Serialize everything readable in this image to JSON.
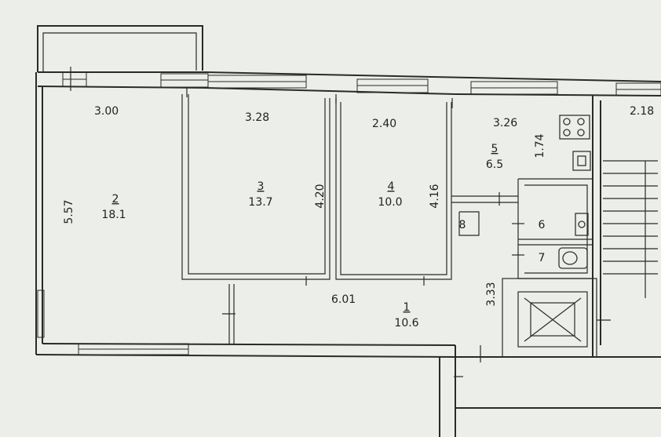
{
  "rooms": [
    {
      "id": "room-2",
      "number": "2",
      "area": "18.1",
      "width": "3.00",
      "length": "5.57"
    },
    {
      "id": "room-3",
      "number": "3",
      "area": "13.7",
      "width": "3.28",
      "length": "4.20"
    },
    {
      "id": "room-4",
      "number": "4",
      "area": "10.0",
      "width": "2.40",
      "length": "4.16"
    },
    {
      "id": "room-5",
      "number": "5",
      "area": "6.5",
      "width": "3.26",
      "length": "1.74"
    },
    {
      "id": "room-1",
      "number": "1",
      "area": "10.6",
      "width": "6.01",
      "length": "3.33"
    },
    {
      "id": "room-6",
      "number": "6"
    },
    {
      "id": "room-7",
      "number": "7"
    },
    {
      "id": "room-8",
      "number": "8"
    }
  ],
  "extra_dimension": "2.18"
}
